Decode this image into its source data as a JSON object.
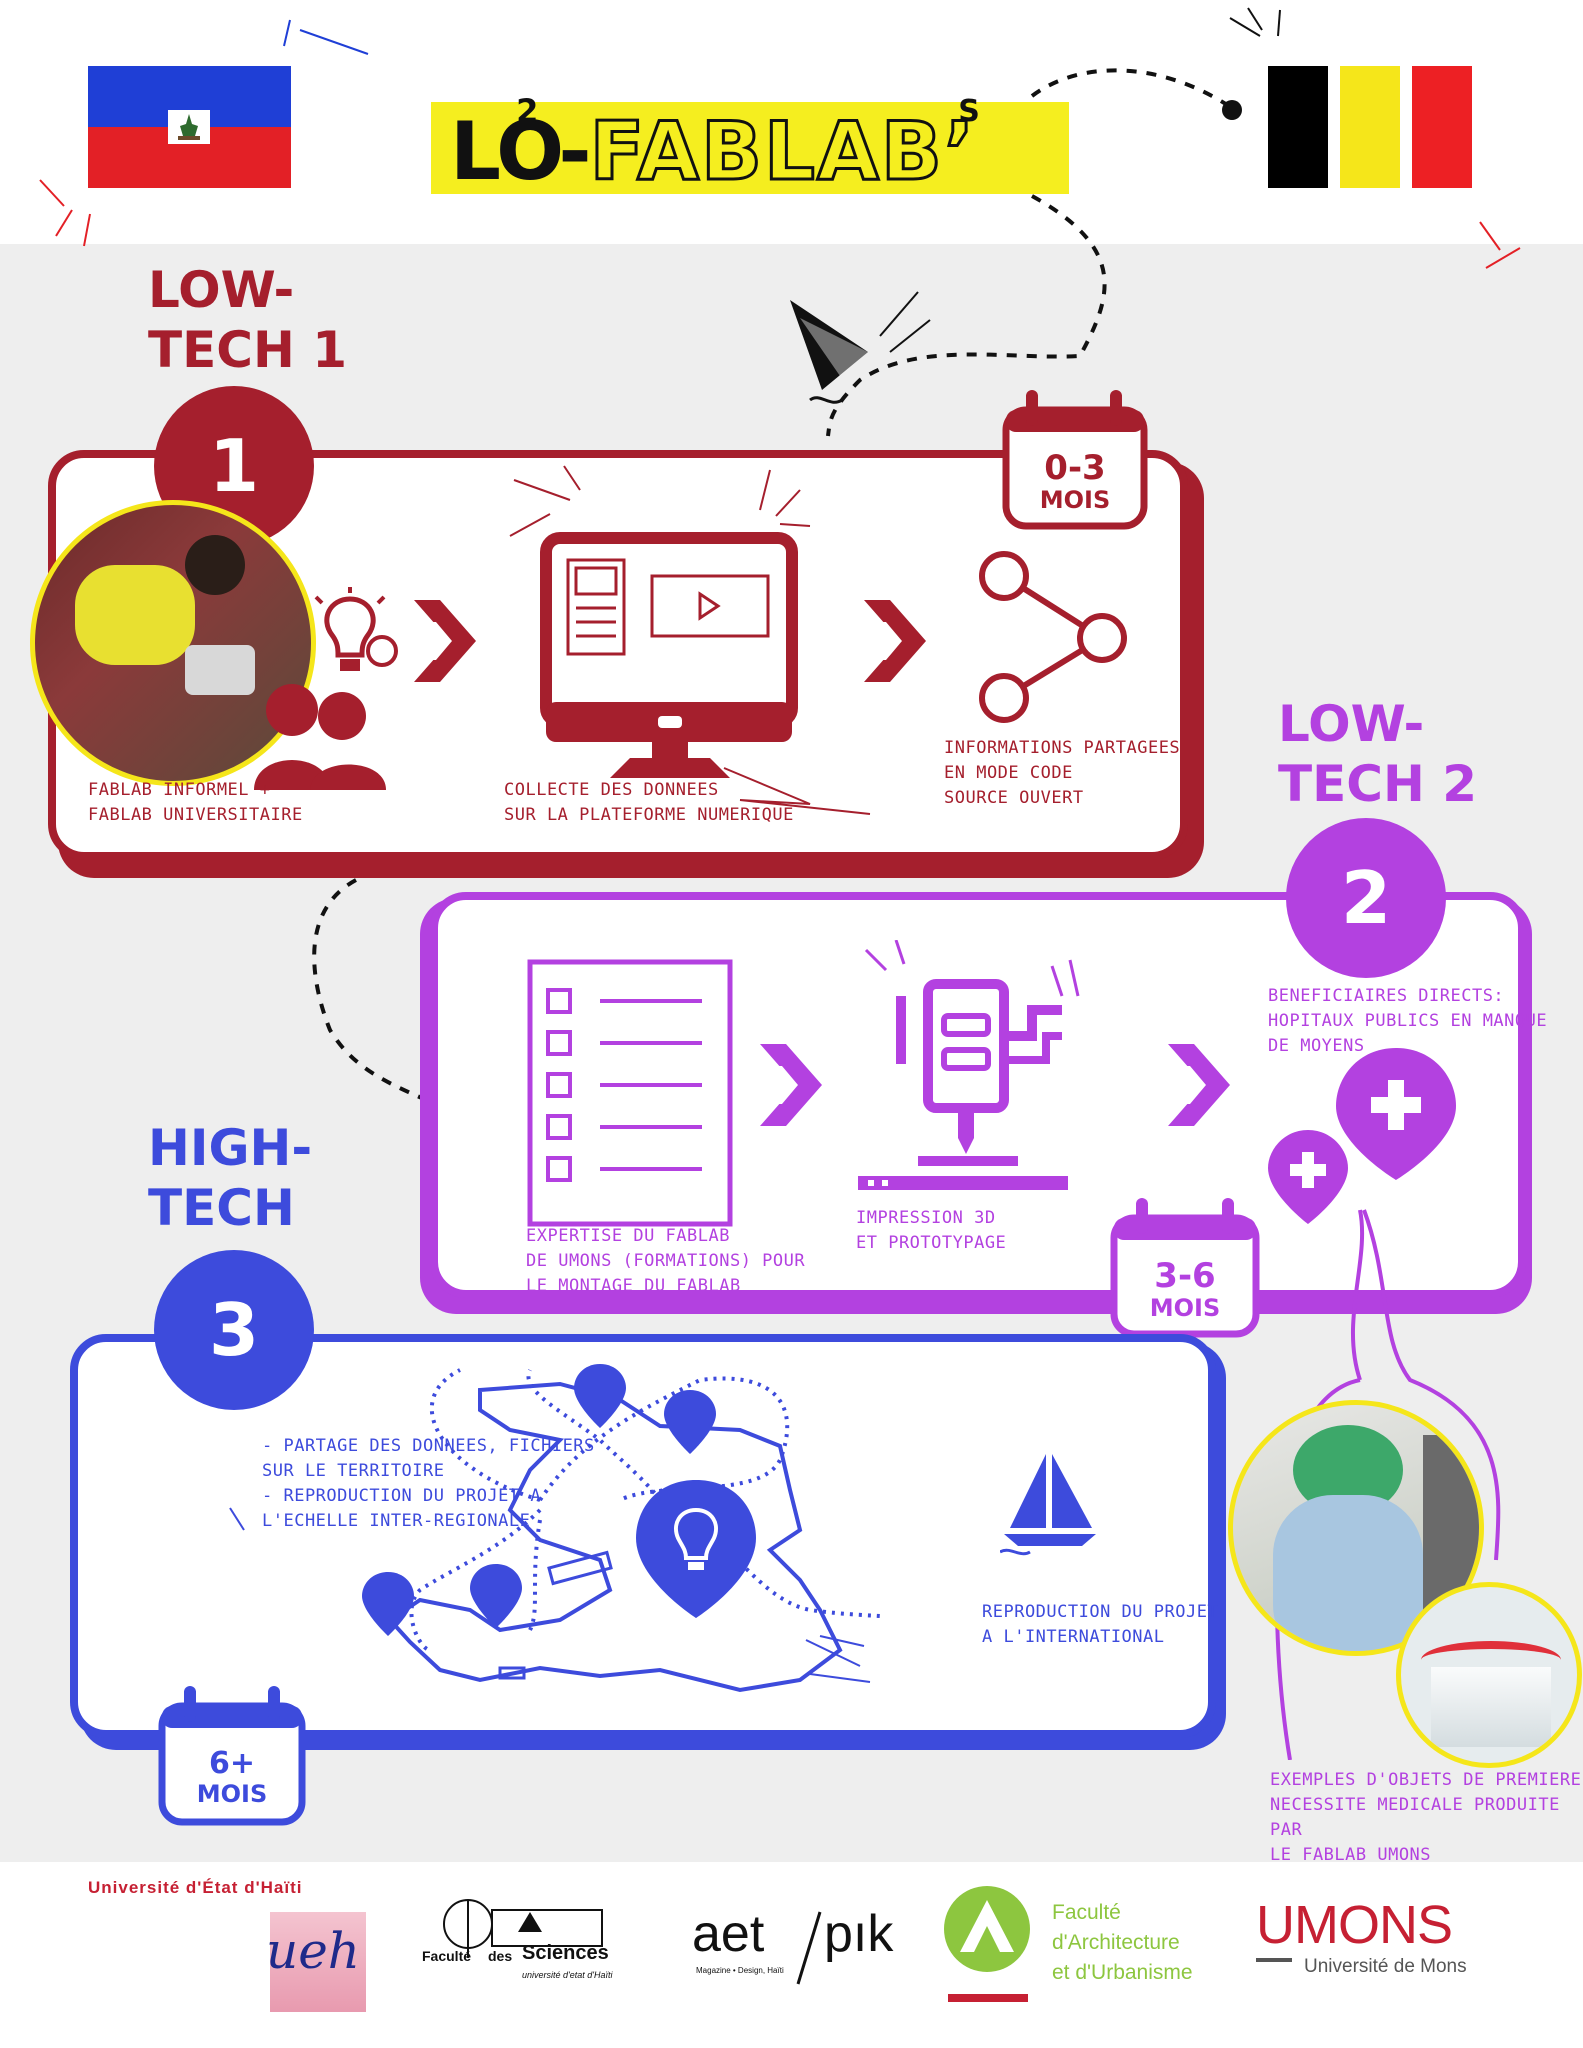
{
  "header": {
    "title_lo": "LO",
    "title_sup2": "2",
    "title_dash": "-",
    "title_fablab": "FABLAB’",
    "title_sup_s": "S"
  },
  "colors": {
    "stage1": "#a51f2d",
    "stage2": "#b341e0",
    "stage3": "#3d4bdc",
    "title_bg": "#f5ee1f",
    "haiti_blue": "#1f3fd6",
    "haiti_red": "#e32026",
    "belgium_black": "#000000",
    "belgium_yellow": "#f5e61a",
    "belgium_red": "#ed2024"
  },
  "stage1": {
    "heading": "LOW-\nTECH 1",
    "number": "1",
    "duration_value": "0-3",
    "duration_unit": "MOIS",
    "caption_fablab": "FABLAB INFORMEL +\nFABLAB UNIVERSITAIRE",
    "caption_platform": "COLLECTE DES DONNEES\nSUR LA PLATEFORME NUMERIQUE",
    "caption_share": "INFORMATIONS PARTAGEES\nEN MODE CODE\nSOURCE OUVERT",
    "icons": [
      "lightbulb-icon",
      "people-icon",
      "chevron-right-icon",
      "monitor-icon",
      "share-icon"
    ]
  },
  "stage2": {
    "heading": "LOW-\nTECH 2",
    "number": "2",
    "duration_value": "3-6",
    "duration_unit": "MOIS",
    "caption_beneficiaries": "BENEFICIAIRES DIRECTS:\nHOPITAUX PUBLICS EN MANQUE\nDE MOYENS",
    "caption_expertise": "EXPERTISE DU FABLAB\nDE UMONS (FORMATIONS) POUR\nLE MONTAGE DU FABLAB",
    "caption_printing": "IMPRESSION 3D\nET PROTOTYPAGE",
    "caption_objects": "EXEMPLES D'OBJETS DE PREMIERE\nNECESSITE MEDICALE PRODUITE PAR\nLE FABLAB UMONS",
    "icons": [
      "checklist-icon",
      "3d-printer-icon",
      "hospital-pin-icon"
    ]
  },
  "stage3": {
    "heading": "HIGH-\nTECH",
    "number": "3",
    "duration_value": "6+",
    "duration_unit": "MOIS",
    "caption_sharing": "- PARTAGE DES DONNEES, FICHIERS\nSUR LE TERRITOIRE\n- REPRODUCTION DU PROJET A\nL'ECHELLE INTER-REGIONALE",
    "caption_international": "REPRODUCTION DU PROJET\nA L'INTERNATIONAL",
    "icons": [
      "haiti-map-icon",
      "location-pin-icon",
      "lightbulb-pin-icon",
      "sailboat-icon"
    ]
  },
  "footer": {
    "ueh_name": "Université d'État d'Haïti",
    "ueh_mark": "ueh",
    "fds_word1": "Faculté",
    "fds_word2": "des",
    "fds_word3": "Sciences",
    "fds_sub": "université d'etat d'Haïti",
    "aetpik_main": "aet",
    "aetpik_right": "pık",
    "aetpik_sub": "Magazine • Design, Haïti",
    "faculty_line1": "Faculté",
    "faculty_line2": "d'Architecture",
    "faculty_line3": "et d'Urbanisme",
    "umons_name": "UMONS",
    "umons_sub": "Université de Mons",
    "faculty_green": "#8dc63f",
    "umons_red": "#c62033"
  }
}
